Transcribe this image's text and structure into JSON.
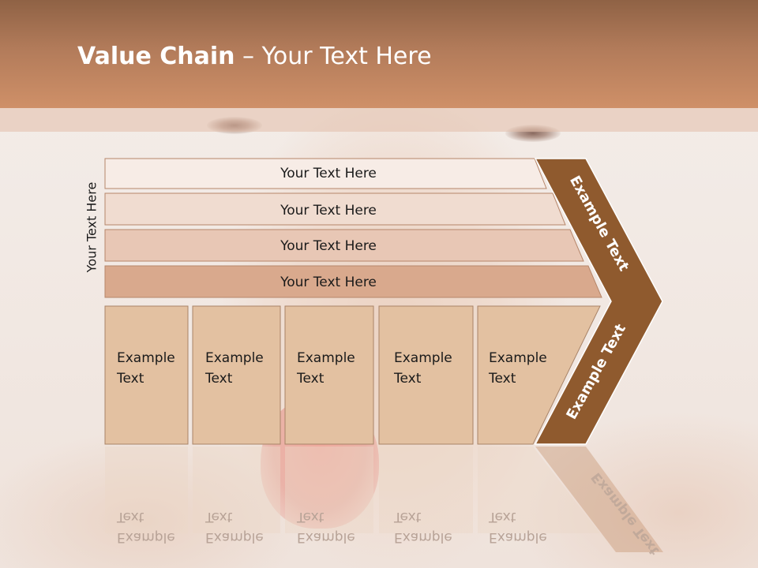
{
  "slide": {
    "title_bold": "Value Chain",
    "title_rest": " – Your Text Here",
    "side_label": "Your Text Here"
  },
  "rows": [
    {
      "label": "Your Text Here",
      "fill": "#f7ece6"
    },
    {
      "label": "Your Text Here",
      "fill": "#f0dcd0"
    },
    {
      "label": "Your Text Here",
      "fill": "#e8c7b5"
    },
    {
      "label": "Your Text Here",
      "fill": "#d9a98d"
    }
  ],
  "cells": [
    {
      "line1": "Example",
      "line2": "Text"
    },
    {
      "line1": "Example",
      "line2": "Text"
    },
    {
      "line1": "Example",
      "line2": "Text"
    },
    {
      "line1": "Example",
      "line2": "Text"
    },
    {
      "line1": "Example",
      "line2": "Text"
    }
  ],
  "chevron": {
    "top_label": "Example Text",
    "bottom_label": "Example Text",
    "fill": "#8f5a2e"
  },
  "colors": {
    "header": "#c48a65",
    "cell_fill": "#e3c1a1",
    "outline": "#b6866a"
  }
}
